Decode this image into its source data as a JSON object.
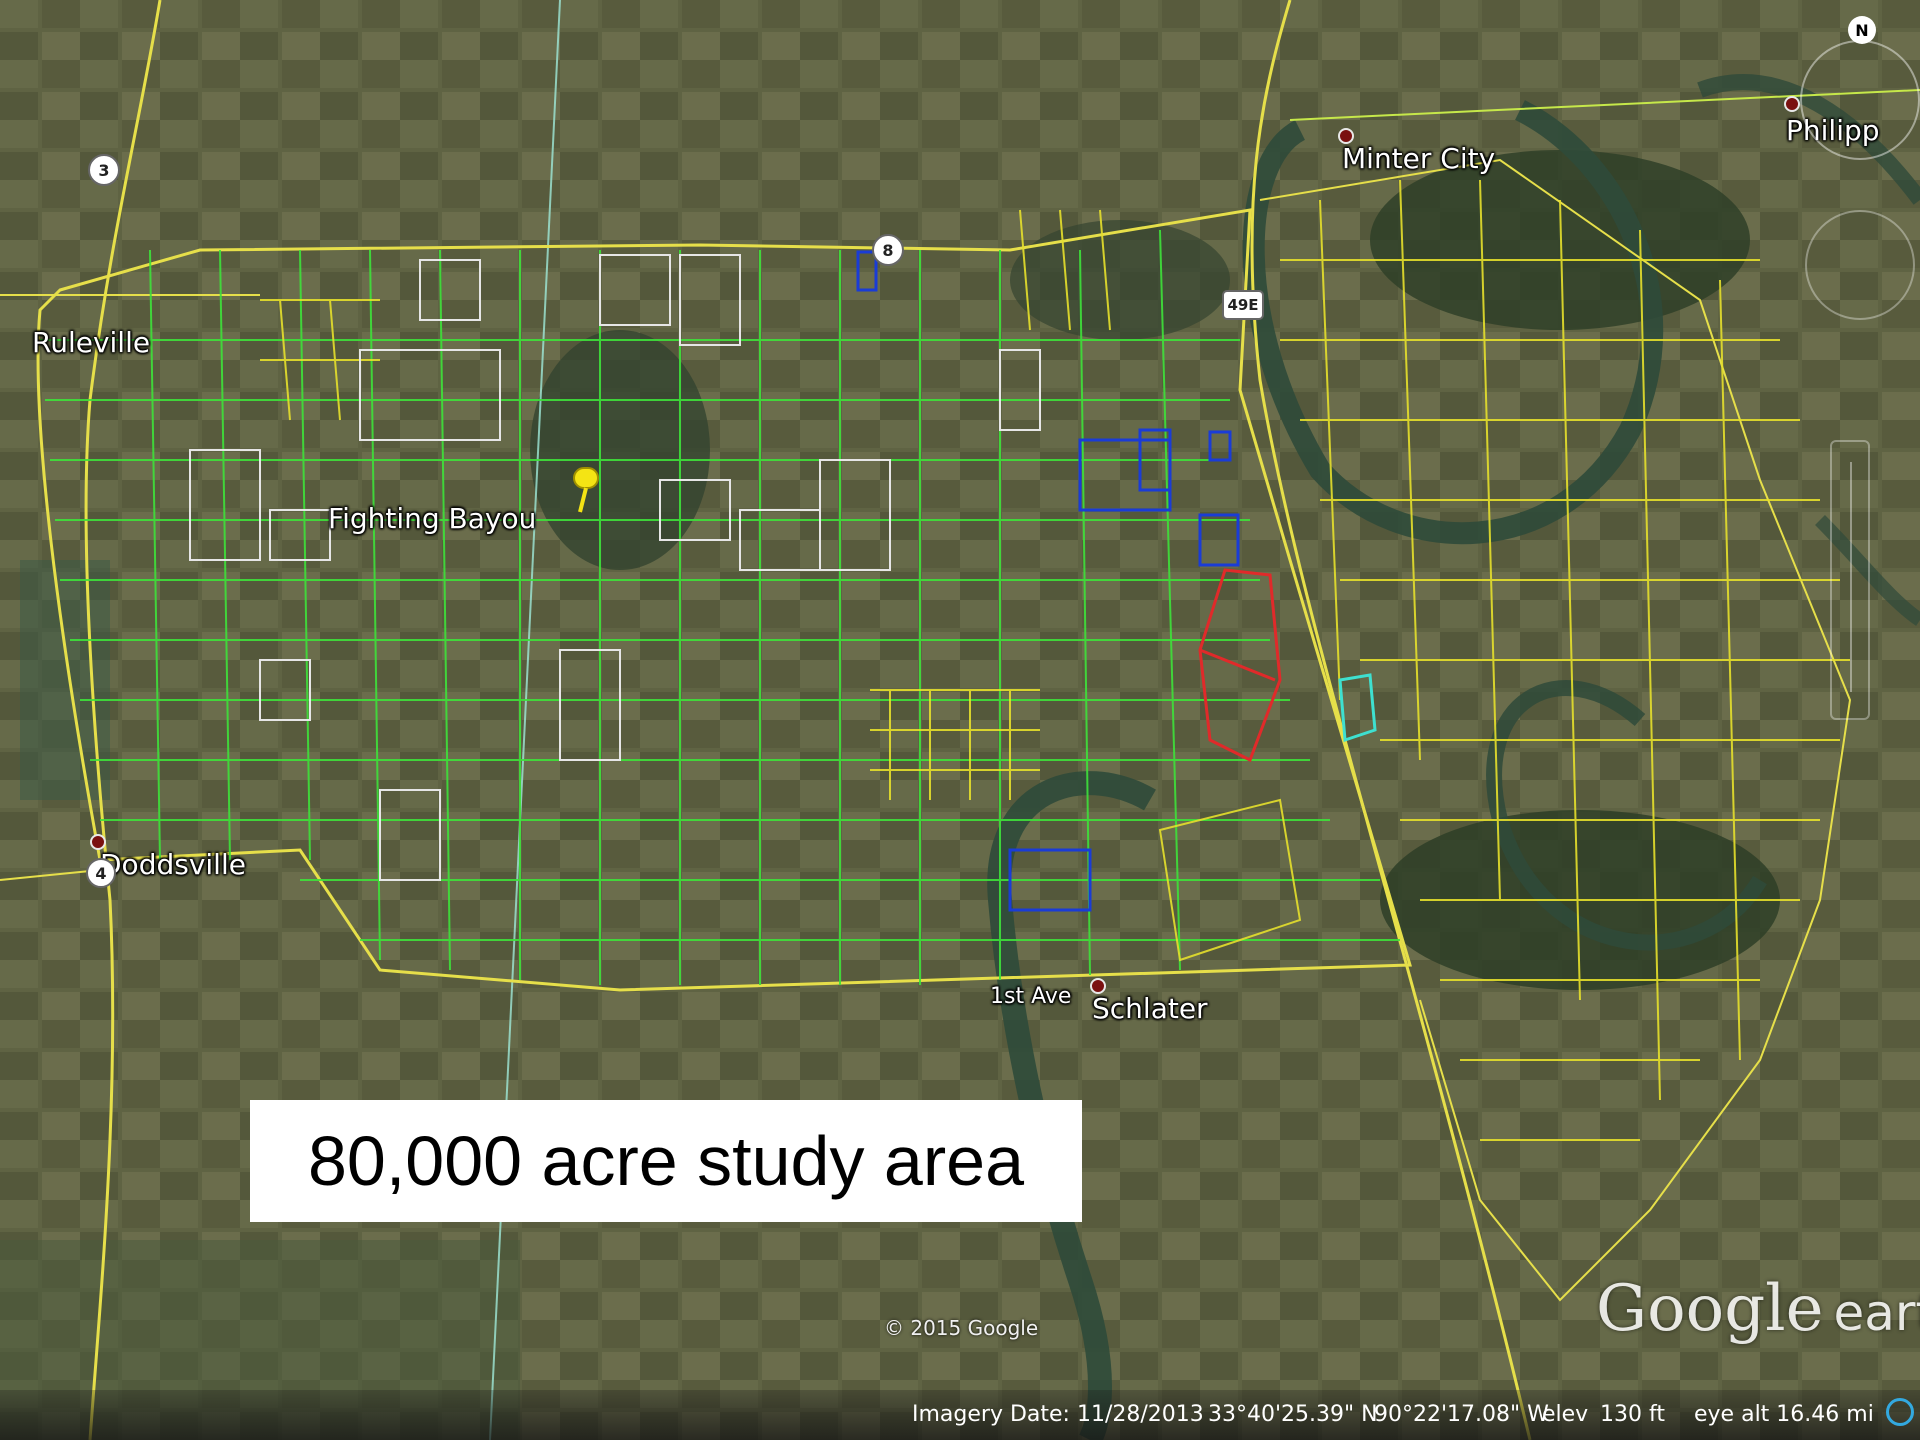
{
  "map": {
    "caption": "80,000 acre study area",
    "places": {
      "ruleville": "Ruleville",
      "doddsville": "Doddsville",
      "fighting_bayou": "Fighting Bayou",
      "minter_city": "Minter City",
      "philipp": "Philipp",
      "schlater": "Schlater",
      "first_ave": "1st Ave"
    },
    "route_shields": {
      "route_3": "3",
      "route_8": "8",
      "route_49e": "49E",
      "route_4": "4"
    },
    "colors": {
      "parcel_green": "#3ee23a",
      "parcel_yellow": "#e6e02c",
      "parcel_white": "#e6e6e6",
      "parcel_blue": "#1a3cd6",
      "parcel_red": "#e02a2a",
      "parcel_cyan": "#3ee0d0",
      "river": "#2f4a3a"
    }
  },
  "overlay": {
    "copyright": "© 2015 Google",
    "logo_main": "Google",
    "logo_sub": "earth"
  },
  "status_bar": {
    "imagery_date": "Imagery Date: 11/28/2013",
    "latitude": "33°40'25.39\" N",
    "longitude": "90°22'17.08\" W",
    "elev_label": "elev",
    "elev_value": "130 ft",
    "eye_alt": "eye alt  16.46 mi"
  },
  "nav": {
    "north": "N"
  }
}
